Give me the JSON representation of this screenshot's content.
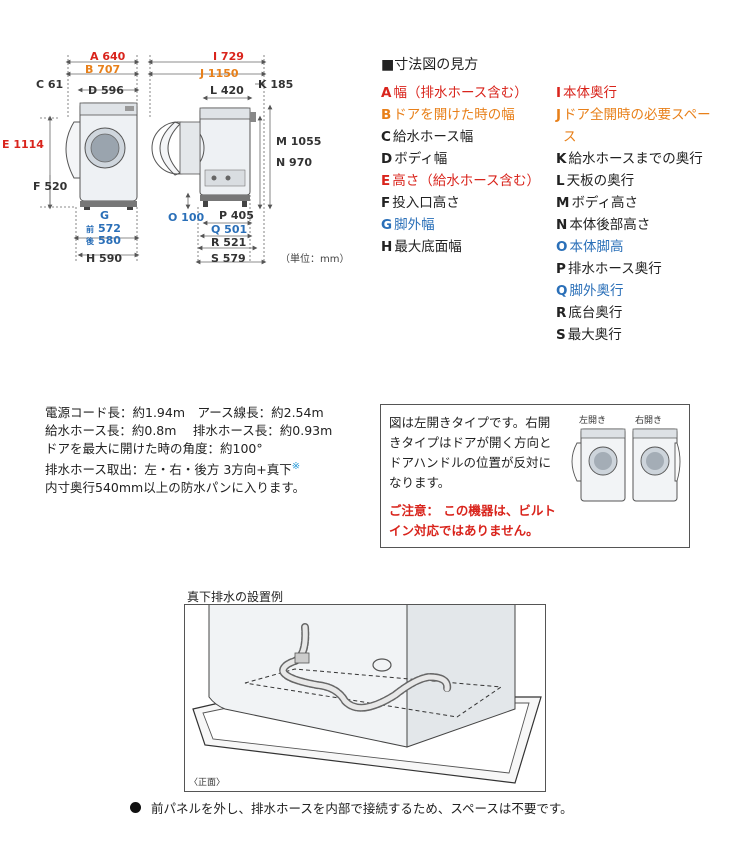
{
  "dimensions": {
    "A": "A 640",
    "B": "B 707",
    "C": "C 61",
    "D": "D 596",
    "E": "E 1114",
    "F": "F 520",
    "G": "G",
    "G_front": "前",
    "G_front_val": "572",
    "G_back": "後",
    "G_back_val": "580",
    "H": "H 590",
    "I": "I 729",
    "J": "J 1150",
    "K": "K 185",
    "L": "L 420",
    "M": "M 1055",
    "N": "N 970",
    "O": "O 100",
    "P": "P 405",
    "Q": "Q 501",
    "R": "R 521",
    "S": "S 579",
    "unit": "（単位：mm）"
  },
  "legend": {
    "title": "■寸法図の見方",
    "left": [
      {
        "letter": "A",
        "text": "幅（排水ホース含む）",
        "color": "red"
      },
      {
        "letter": "B",
        "text": "ドアを開けた時の幅",
        "color": "orange"
      },
      {
        "letter": "C",
        "text": "給水ホース幅",
        "color": "black"
      },
      {
        "letter": "D",
        "text": "ボディ幅",
        "color": "black"
      },
      {
        "letter": "E",
        "text": "高さ（給水ホース含む）",
        "color": "red"
      },
      {
        "letter": "F",
        "text": "投入口高さ",
        "color": "black"
      },
      {
        "letter": "G",
        "text": "脚外幅",
        "color": "blue"
      },
      {
        "letter": "H",
        "text": "最大底面幅",
        "color": "black"
      }
    ],
    "right": [
      {
        "letter": "I",
        "text": "本体奥行",
        "color": "red"
      },
      {
        "letter": "J",
        "text": "ドア全開時の必要スペース",
        "color": "orange"
      },
      {
        "letter": "K",
        "text": "給水ホースまでの奥行",
        "color": "black"
      },
      {
        "letter": "L",
        "text": "天板の奥行",
        "color": "black"
      },
      {
        "letter": "M",
        "text": "ボディ高さ",
        "color": "black"
      },
      {
        "letter": "N",
        "text": "本体後部高さ",
        "color": "black"
      },
      {
        "letter": "O",
        "text": "本体脚高",
        "color": "blue"
      },
      {
        "letter": "P",
        "text": "排水ホース奥行",
        "color": "black"
      },
      {
        "letter": "Q",
        "text": "脚外奥行",
        "color": "blue"
      },
      {
        "letter": "R",
        "text": "底台奥行",
        "color": "black"
      },
      {
        "letter": "S",
        "text": "最大奥行",
        "color": "black"
      }
    ]
  },
  "specs": {
    "line1": "電源コード長：約1.94m　アース線長：約2.54m",
    "line2": "給水ホース長：約0.8m　 排水ホース長：約0.93m",
    "line3": "ドアを最大に開けた時の角度：約100°",
    "line4": "排水ホース取出：左・右・後方 3方向+真下",
    "line4_mark": "※",
    "line5": "内寸奥行540mm以上の防水パンに入ります。"
  },
  "note": {
    "text": "図は左開きタイプです。右開きタイプはドアが開く方向とドアハンドルの位置が反対になります。",
    "caution": "ご注意： この機器は、ビルトイン対応ではありません。",
    "left_label": "左開き",
    "right_label": "右開き"
  },
  "drain": {
    "title": "真下排水の設置例",
    "front_label": "〈正面〉"
  },
  "footnote": "前パネルを外し、排水ホースを内部で接続するため、スペースは不要です。"
}
